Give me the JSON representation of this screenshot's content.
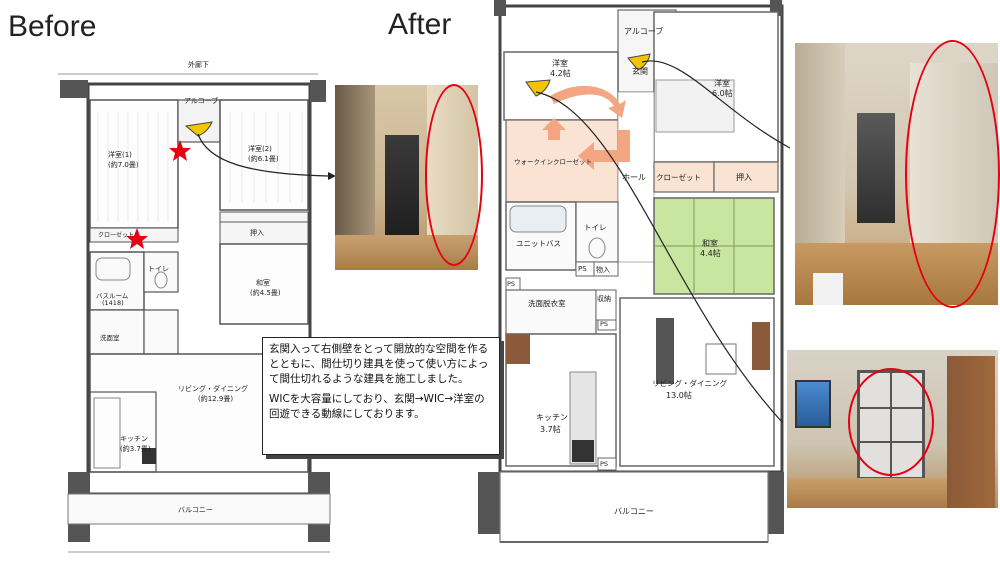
{
  "headings": {
    "before": "Before",
    "after": "After"
  },
  "before_plan": {
    "corridor": "外廊下",
    "alcove": "アルコーブ",
    "western_room_1": "洋室(1)",
    "western_room_1_size": "(約7.0畳)",
    "western_room_2": "洋室(2)",
    "western_room_2_size": "(約6.1畳)",
    "closet_1": "クローゼット",
    "oshiire": "押入",
    "toilet": "トイレ",
    "bath": "バスルーム",
    "bath_size": "(1418)",
    "washroom": "洗面室",
    "japanese_room": "和室",
    "japanese_room_size": "(約4.5畳)",
    "living": "リビング・ダイニング",
    "living_size": "(約12.9畳)",
    "kitchen": "キッチン",
    "kitchen_size": "(約3.7畳)",
    "balcony": "バルコニー"
  },
  "after_plan": {
    "alcove": "アルコーブ",
    "entrance": "玄関",
    "western_left": "洋室",
    "western_left_size": "4.2帖",
    "western_right": "洋室",
    "western_right_size": "6.0帖",
    "walk_in_closet": "ウォークインクローゼット",
    "hall": "ホール",
    "closet": "クローゼット",
    "oshiire": "押入",
    "unit_bath": "ユニットバス",
    "toilet": "トイレ",
    "japanese_room": "和室",
    "japanese_room_size": "4.4帖",
    "ps": "PS",
    "storage": "物入",
    "washroom": "洗面脱衣室",
    "shuno": "収納",
    "living": "リビング・ダイニング",
    "living_size": "13.0帖",
    "kitchen": "キッチン",
    "kitchen_size": "3.7帖",
    "balcony": "バルコニー"
  },
  "note": {
    "paragraph_1": "玄関入って右側壁をとって開放的な空間を作るとともに、間仕切り建具を使って使い方によって間仕切れるような建具を施工しました。",
    "paragraph_2": "WICを大容量にしており、玄関→WIC→洋室の回遊できる動線にしております。"
  },
  "colors": {
    "highlight": "#e60012",
    "wic": "#fbe3d4",
    "arrow": "#f4a582",
    "tatami": "#c8e6a0",
    "door_icon": "#f5c400"
  },
  "icons": [
    "star-icon",
    "door-swing-icon",
    "flow-arrow-icon",
    "callout-arrow-icon"
  ]
}
